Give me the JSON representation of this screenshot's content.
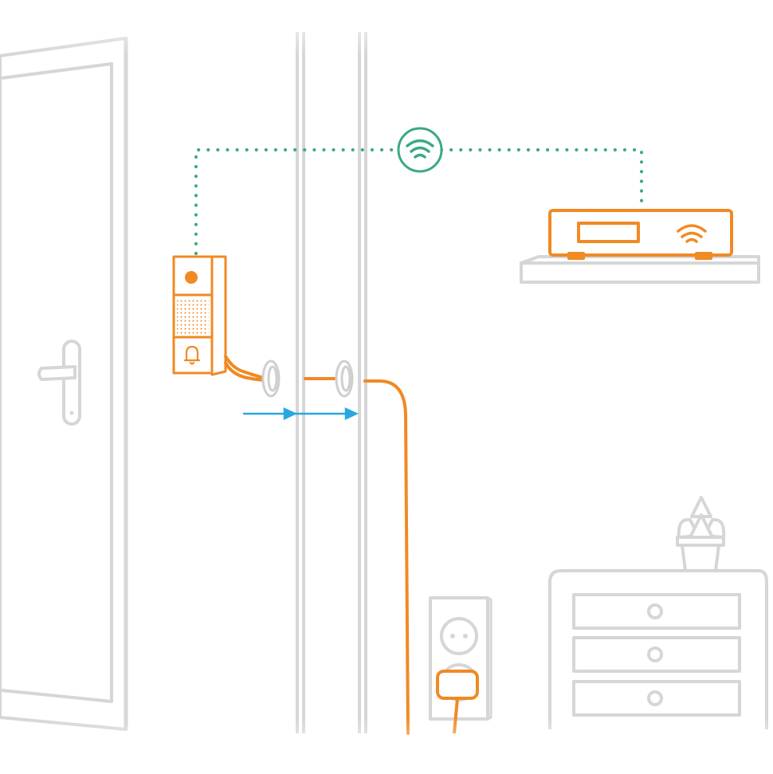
{
  "colors": {
    "line_gray": "#d6d6d6",
    "wall_gray": "#cfcfcf",
    "accent_orange": "#f08a24",
    "wifi_green": "#3aaa84",
    "arrow_blue": "#29a8e0",
    "background": "#ffffff"
  },
  "icons": {
    "wifi_badge": "wifi-icon",
    "router_wifi": "wifi-icon",
    "doorbell_button": "bell-icon",
    "camera": "camera-lens",
    "door_handle": "door-handle",
    "socket": "power-outlet",
    "plant": "succulent-plant"
  }
}
